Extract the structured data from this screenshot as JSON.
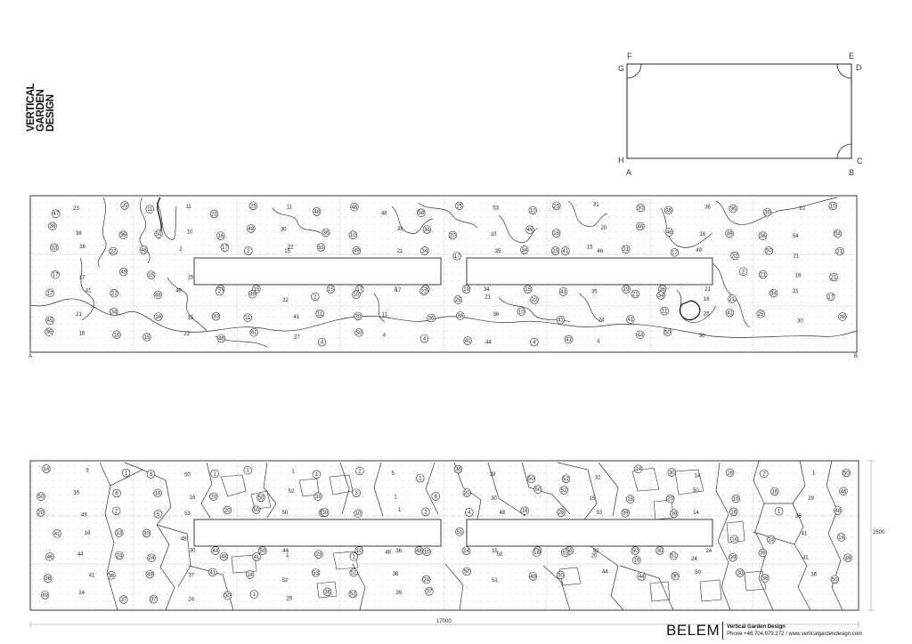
{
  "logo": {
    "lines": "VERTICAL\nGARDEN\nDESIGN"
  },
  "key_plan": {
    "corners": {
      "F": "F",
      "E": "E",
      "G": "G",
      "D": "D",
      "H": "H",
      "C": "C",
      "A": "A",
      "B": "B"
    }
  },
  "upper_elevation": {
    "corner_left": "A",
    "corner_right": "B",
    "labels": [
      "47",
      "23",
      "25",
      "11",
      "11",
      "23",
      "25",
      "11",
      "48",
      "46",
      "48",
      "58",
      "25",
      "53",
      "10",
      "25",
      "31",
      "30",
      "36",
      "36",
      "36",
      "30",
      "10",
      "10",
      "36",
      "36",
      "36",
      "50",
      "10",
      "16",
      "48",
      "30",
      "36",
      "10",
      "33",
      "36",
      "20",
      "10",
      "46",
      "16",
      "20",
      "46",
      "46",
      "16",
      "49",
      "36",
      "54",
      "54",
      "33",
      "16",
      "22",
      "48",
      "2",
      "17",
      "2",
      "22",
      "55",
      "49",
      "21",
      "34",
      "17",
      "35",
      "34",
      "25",
      "15",
      "21",
      "17",
      "49",
      "32",
      "50",
      "21",
      "21",
      "17",
      "17",
      "49",
      "15",
      "15",
      "34",
      "15",
      "15",
      "15",
      "17",
      "2",
      "22",
      "19",
      "34",
      "15",
      "41",
      "46",
      "19",
      "36",
      "21",
      "2",
      "21",
      "16",
      "21",
      "17",
      "41",
      "22",
      "48",
      "49",
      "2",
      "49",
      "22",
      "2",
      "10",
      "17",
      "22",
      "25",
      "21",
      "22",
      "41",
      "35",
      "21",
      "34",
      "16",
      "21",
      "34",
      "21",
      "17",
      "45",
      "21",
      "34",
      "16",
      "15",
      "30",
      "11",
      "41",
      "11",
      "30",
      "11",
      "36",
      "36",
      "36",
      "10",
      "41",
      "24",
      "41",
      "11",
      "25",
      "41",
      "25",
      "30",
      "36",
      "36",
      "16",
      "16",
      "15",
      "22",
      "46",
      "41",
      "27",
      "4",
      "50",
      "4",
      "4",
      "41",
      "44",
      "4",
      "41",
      "4",
      "44",
      "50",
      "30"
    ]
  },
  "lower_elevation": {
    "labels": [
      "14",
      "3",
      "1",
      "3",
      "50",
      "1",
      "1",
      "1",
      "1",
      "2",
      "5",
      "1",
      "36",
      "39",
      "50",
      "52",
      "32",
      "14",
      "30",
      "14",
      "16",
      "2",
      "1",
      "50",
      "50",
      "16",
      "6",
      "16",
      "16",
      "20",
      "50",
      "52",
      "33",
      "3",
      "1",
      "6",
      "20",
      "30",
      "50",
      "52",
      "15",
      "18",
      "20",
      "50",
      "16",
      "16",
      "29",
      "46",
      "20",
      "49",
      "2",
      "5",
      "53",
      "20",
      "50",
      "50",
      "53",
      "10",
      "1",
      "2",
      "4",
      "48",
      "16",
      "26",
      "33",
      "39",
      "39",
      "14",
      "16",
      "1",
      "36",
      "48",
      "41",
      "16",
      "33",
      "30",
      "48",
      "44",
      "50",
      "44",
      "30",
      "10",
      "36",
      "48",
      "51",
      "15",
      "36",
      "50",
      "52",
      "50",
      "30",
      "24",
      "16",
      "24",
      "41",
      "16",
      "46",
      "44",
      "24",
      "24",
      "30",
      "48",
      "41",
      "1",
      "23",
      "1",
      "48",
      "10",
      "24",
      "50",
      "16",
      "53",
      "20",
      "16",
      "51",
      "24",
      "39",
      "39",
      "41",
      "49",
      "36",
      "41",
      "36",
      "49",
      "37",
      "41",
      "24",
      "52",
      "53",
      "52",
      "36",
      "24",
      "50",
      "51",
      "49",
      "50",
      "44",
      "44",
      "30",
      "50",
      "30",
      "36",
      "36",
      "50",
      "49",
      "24",
      "37",
      "37",
      "24",
      "30",
      "1",
      "29",
      "36",
      "52",
      "39",
      "37"
    ]
  },
  "dimensions": {
    "bottom": "17000",
    "right": "2500"
  },
  "footer": {
    "brand": "BELEM",
    "company": "Vertical Garden Design",
    "contact": "Phone +46.704.979.272 / www.verticalgardendesign.com"
  }
}
